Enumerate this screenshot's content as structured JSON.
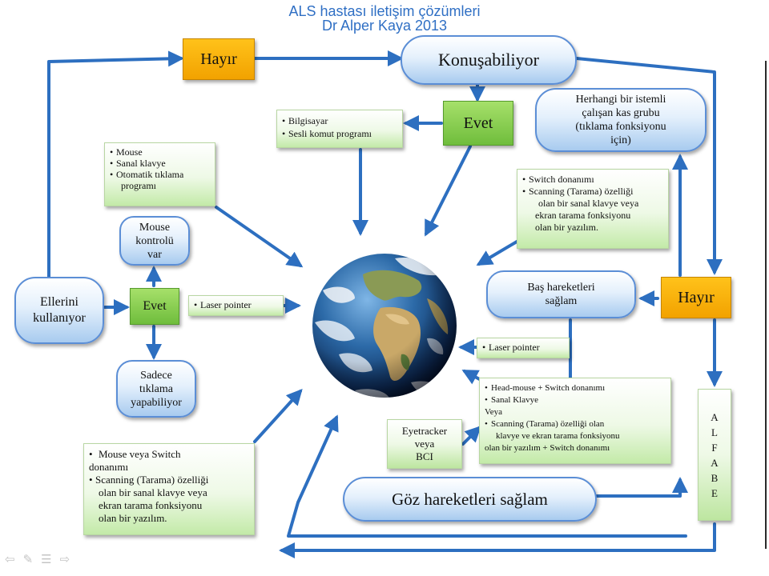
{
  "title": {
    "line1": "ALS hastası iletişim çözümleri",
    "line2": "Dr Alper Kaya 2013"
  },
  "nodes": {
    "hayir_top": "Hayır",
    "konusabiliyor": "Konuşabiliyor",
    "evet_top": "Evet",
    "istemli": [
      "Herhangi bir istemli",
      "çalışan kas grubu",
      "(tıklama fonksiyonu",
      "için)"
    ],
    "hayir_right": "Hayır",
    "bas": [
      "Baş hareketleri",
      "sağlam"
    ],
    "ellerini": [
      "Ellerini",
      "kullanıyor"
    ],
    "evet_left": "Evet",
    "mouse_kontrol": [
      "Mouse",
      "kontrolü",
      "var"
    ],
    "sadece": [
      "Sadece",
      "tıklama",
      "yapabiliyor"
    ],
    "eyetracker": [
      "Eyetracker",
      "veya",
      "BCI"
    ],
    "goz": "Göz hareketleri sağlam",
    "alfabe": [
      "A",
      "L",
      "F",
      "A",
      "B",
      "E"
    ]
  },
  "notes": {
    "bilgisayar": [
      "Bilgisayar",
      "Sesli komut programı"
    ],
    "mouse": [
      "Mouse",
      "Sanal klavye",
      "Otomatik tıklama",
      "programı"
    ],
    "switch": [
      "Switch donanımı",
      "Scanning (Tarama) özelliği",
      "olan bir sanal klavye veya",
      "ekran tarama fonksiyonu",
      "olan bir yazılım."
    ],
    "laser_left": "Laser pointer",
    "laser_right": "Laser pointer",
    "head": [
      "Head-mouse + Switch donanımı",
      "Sanal Klavye",
      "Veya",
      "Scanning (Tarama) özelliği olan",
      "klavye ve ekran tarama fonksiyonu",
      "olan bir yazılım + Switch donanımı"
    ],
    "mouse_switch": [
      "Mouse veya Switch",
      "donanımı",
      "Scanning (Tarama) özelliği",
      "olan bir sanal klavye veya",
      "ekran tarama fonksiyonu",
      "olan bir yazılım."
    ]
  },
  "colors": {
    "arrow": "#2d6fc0",
    "accent_orange": "#f7b21c",
    "accent_green": "#7cc447",
    "pill_border": "#5b8ed6"
  }
}
